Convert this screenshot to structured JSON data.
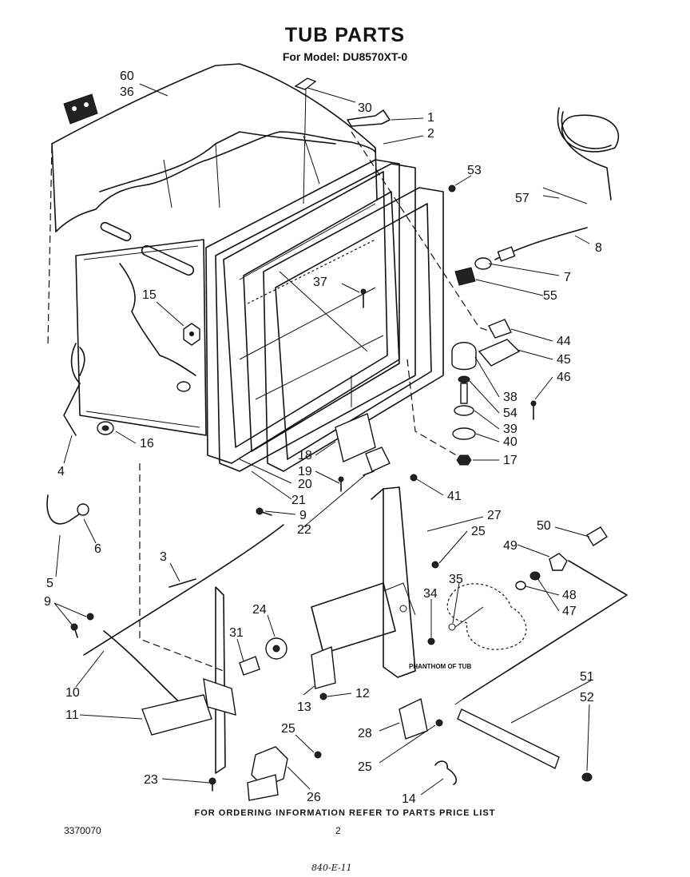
{
  "header": {
    "title": "TUB PARTS",
    "subtitle": "For Model: DU8570XT-0"
  },
  "footer": {
    "ordering_note": "FOR ORDERING INFORMATION REFER TO PARTS PRICE LIST",
    "document_number": "3370070",
    "page_number": "2",
    "handwritten_mark": "840-E-11"
  },
  "diagram": {
    "phantom_label": "PHANTHOM OF TUB",
    "callouts": [
      {
        "key": "c60",
        "text": "60"
      },
      {
        "key": "c36",
        "text": "36"
      },
      {
        "key": "c30",
        "text": "30"
      },
      {
        "key": "c1",
        "text": "1"
      },
      {
        "key": "c2",
        "text": "2"
      },
      {
        "key": "c53",
        "text": "53"
      },
      {
        "key": "c57",
        "text": "57"
      },
      {
        "key": "c8",
        "text": "8"
      },
      {
        "key": "c7",
        "text": "7"
      },
      {
        "key": "c55",
        "text": "55"
      },
      {
        "key": "c37",
        "text": "37"
      },
      {
        "key": "c15",
        "text": "15"
      },
      {
        "key": "c44",
        "text": "44"
      },
      {
        "key": "c45",
        "text": "45"
      },
      {
        "key": "c46",
        "text": "46"
      },
      {
        "key": "c38",
        "text": "38"
      },
      {
        "key": "c54",
        "text": "54"
      },
      {
        "key": "c39",
        "text": "39"
      },
      {
        "key": "c40",
        "text": "40"
      },
      {
        "key": "c17",
        "text": "17"
      },
      {
        "key": "c16",
        "text": "16"
      },
      {
        "key": "c4",
        "text": "4"
      },
      {
        "key": "c18",
        "text": "18"
      },
      {
        "key": "c19",
        "text": "19"
      },
      {
        "key": "c20",
        "text": "20"
      },
      {
        "key": "c21",
        "text": "21"
      },
      {
        "key": "c41",
        "text": "41"
      },
      {
        "key": "c27",
        "text": "27"
      },
      {
        "key": "c25a",
        "text": "25"
      },
      {
        "key": "c9a",
        "text": "9"
      },
      {
        "key": "c22",
        "text": "22"
      },
      {
        "key": "c6",
        "text": "6"
      },
      {
        "key": "c50",
        "text": "50"
      },
      {
        "key": "c49",
        "text": "49"
      },
      {
        "key": "c3",
        "text": "3"
      },
      {
        "key": "c5",
        "text": "5"
      },
      {
        "key": "c9b",
        "text": "9"
      },
      {
        "key": "c24",
        "text": "24"
      },
      {
        "key": "c35",
        "text": "35"
      },
      {
        "key": "c34",
        "text": "34"
      },
      {
        "key": "c48",
        "text": "48"
      },
      {
        "key": "c47",
        "text": "47"
      },
      {
        "key": "c31",
        "text": "31"
      },
      {
        "key": "c10",
        "text": "10"
      },
      {
        "key": "c11",
        "text": "11"
      },
      {
        "key": "c13",
        "text": "13"
      },
      {
        "key": "c12",
        "text": "12"
      },
      {
        "key": "c51",
        "text": "51"
      },
      {
        "key": "c52",
        "text": "52"
      },
      {
        "key": "c28",
        "text": "28"
      },
      {
        "key": "c25b",
        "text": "25"
      },
      {
        "key": "c25c",
        "text": "25"
      },
      {
        "key": "c23",
        "text": "23"
      },
      {
        "key": "c26",
        "text": "26"
      },
      {
        "key": "c14",
        "text": "14"
      }
    ]
  }
}
